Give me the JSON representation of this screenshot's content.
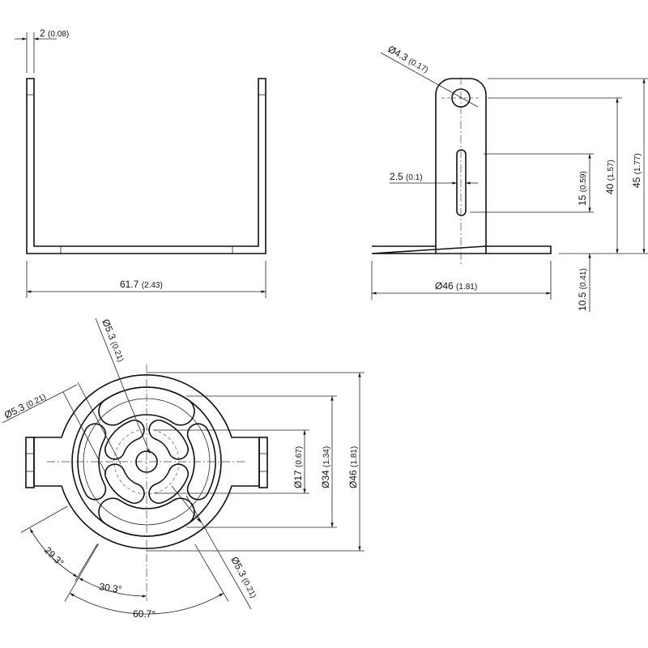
{
  "front_view": {
    "thickness": {
      "value": "2",
      "inch": "(0.08)"
    },
    "width": {
      "value": "61.7",
      "inch": "(2.43)"
    }
  },
  "side_view": {
    "hole_dia": {
      "symbol": "Ø",
      "value": "4.3",
      "inch": "(0.17)"
    },
    "slot_width": {
      "value": "2.5",
      "inch": "(0.1)"
    },
    "slot_length": {
      "value": "15",
      "inch": "(0.59)"
    },
    "hole_height": {
      "value": "40",
      "inch": "(1.57)"
    },
    "total_height": {
      "value": "45",
      "inch": "(1.77)"
    },
    "slot_offset": {
      "value": "10.5",
      "inch": "(0.41)"
    },
    "base_dia": {
      "symbol": "Ø",
      "value": "46",
      "inch": "(1.81)"
    }
  },
  "top_view": {
    "slot_dia_1": {
      "symbol": "Ø",
      "value": "5.3",
      "inch": "(0.21)"
    },
    "slot_dia_2": {
      "symbol": "Ø",
      "value": "5.3",
      "inch": "(0.21)"
    },
    "slot_dia_3": {
      "symbol": "Ø",
      "value": "5.3",
      "inch": "(0.21)"
    },
    "dia_17": {
      "symbol": "Ø",
      "value": "17",
      "inch": "(0.67)"
    },
    "dia_34": {
      "symbol": "Ø",
      "value": "34",
      "inch": "(1.34)"
    },
    "dia_46": {
      "symbol": "Ø",
      "value": "46",
      "inch": "(1.81)"
    },
    "angle_1": "29.3°",
    "angle_2": "30.3°",
    "angle_3": "60.7°"
  }
}
